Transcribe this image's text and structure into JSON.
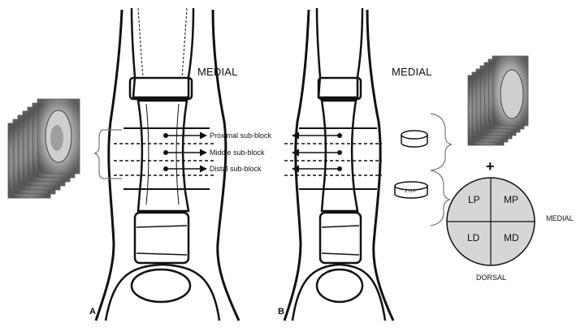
{
  "figure": {
    "panel_a": {
      "letter": "A",
      "medial_label": "MEDIAL",
      "sub_blocks": [
        "Proximal sub-block",
        "Middle sub-block",
        "Distal sub-block"
      ]
    },
    "panel_b": {
      "letter": "B",
      "medial_label": "MEDIAL",
      "slice_label": "1 cm.",
      "plus_sign": "+",
      "quadrants": {
        "lp": "LP",
        "mp": "MP",
        "ld": "LD",
        "md": "MD"
      },
      "side_label": "MEDIAL",
      "bottom_label": "DORSAL"
    }
  },
  "colors": {
    "line": "#111111",
    "quadrant_fill": "#d6d6d6",
    "background": "#ffffff"
  }
}
